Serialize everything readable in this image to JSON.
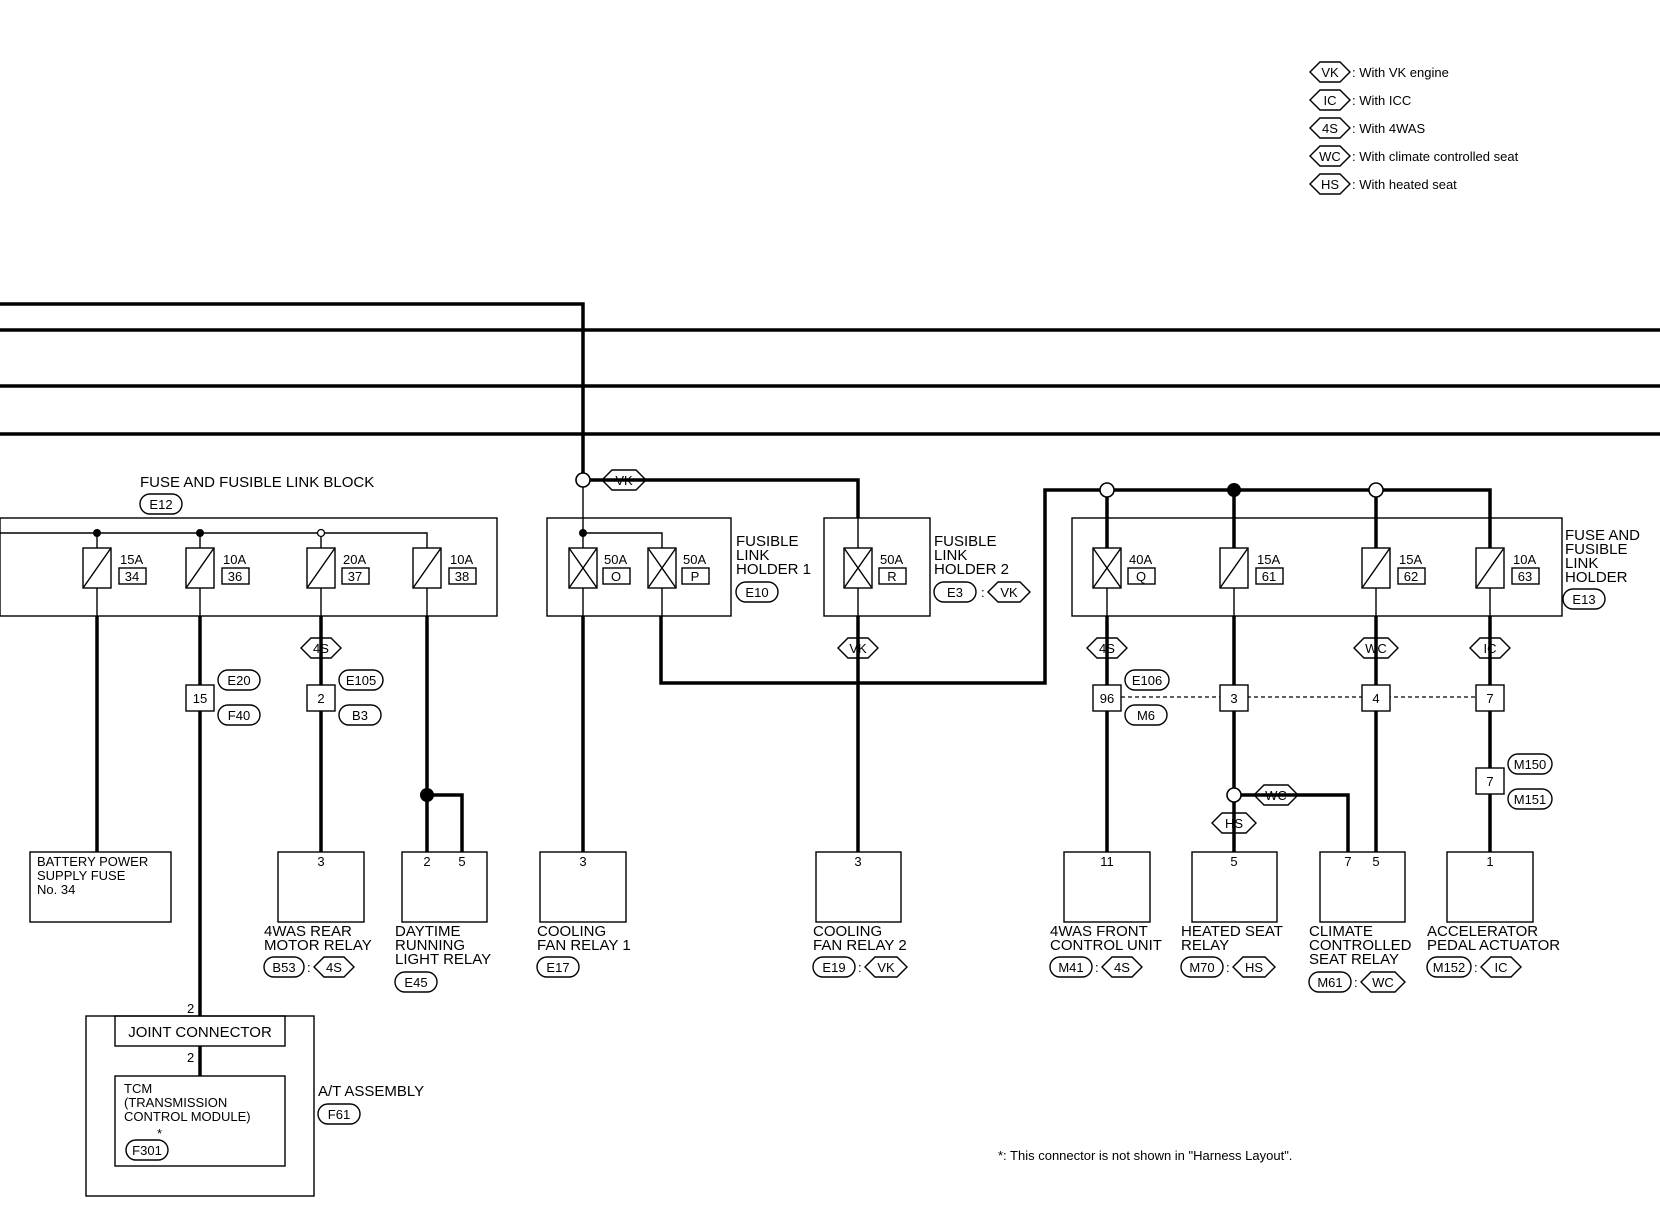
{
  "legend": [
    {
      "code": "VK",
      "text": ": With VK engine"
    },
    {
      "code": "IC",
      "text": ": With ICC"
    },
    {
      "code": "4S",
      "text": ": With 4WAS"
    },
    {
      "code": "WC",
      "text": ": With climate controlled seat"
    },
    {
      "code": "HS",
      "text": ": With heated seat"
    }
  ],
  "blocks": {
    "fuse_block": {
      "title": "FUSE AND FUSIBLE LINK BLOCK",
      "connector": "E12"
    },
    "fl1": {
      "line1": "FUSIBLE",
      "line2": "LINK",
      "line3": "HOLDER 1",
      "connector": "E10"
    },
    "fl2": {
      "line1": "FUSIBLE",
      "line2": "LINK",
      "line3": "HOLDER 2",
      "connector": "E3",
      "option": "VK"
    },
    "ffl": {
      "line1": "FUSE AND",
      "line2": "FUSIBLE",
      "line3": "LINK",
      "line4": "HOLDER",
      "connector": "E13"
    }
  },
  "fuses": [
    {
      "amp": "15A",
      "num": "34"
    },
    {
      "amp": "10A",
      "num": "36"
    },
    {
      "amp": "20A",
      "num": "37"
    },
    {
      "amp": "10A",
      "num": "38"
    },
    {
      "amp": "50A",
      "num": "O"
    },
    {
      "amp": "50A",
      "num": "P"
    },
    {
      "amp": "50A",
      "num": "R"
    },
    {
      "amp": "40A",
      "num": "Q"
    },
    {
      "amp": "15A",
      "num": "61"
    },
    {
      "amp": "15A",
      "num": "62"
    },
    {
      "amp": "10A",
      "num": "63"
    }
  ],
  "option_tags": {
    "vk_top": "VK",
    "s4_37": "4S",
    "vk_r": "VK",
    "s4_q": "4S",
    "wc_62": "WC",
    "ic_63": "IC",
    "wc_split": "WC",
    "hs_split": "HS"
  },
  "inline": {
    "c15": {
      "pin": "15",
      "top": "E20",
      "bottom": "F40"
    },
    "c2": {
      "pin": "2",
      "top": "E105",
      "bottom": "B3"
    },
    "c96": {
      "pin": "96",
      "top": "E106",
      "bottom": "M6"
    },
    "c3": {
      "pin": "3"
    },
    "c4": {
      "pin": "4"
    },
    "c7": {
      "pin": "7"
    },
    "c7b": {
      "pin": "7",
      "top": "M150",
      "bottom": "M151"
    }
  },
  "components": {
    "battery": {
      "line1": "BATTERY POWER",
      "line2": "SUPPLY FUSE",
      "line3": "No. 34"
    },
    "rear_relay": {
      "pin": "3",
      "line1": "4WAS REAR",
      "line2": "MOTOR RELAY",
      "connector": "B53",
      "option": "4S"
    },
    "drl": {
      "pin1": "2",
      "pin2": "5",
      "line1": "DAYTIME",
      "line2": "RUNNING",
      "line3": "LIGHT RELAY",
      "connector": "E45"
    },
    "fan1": {
      "pin": "3",
      "line1": "COOLING",
      "line2": "FAN RELAY 1",
      "connector": "E17"
    },
    "fan2": {
      "pin": "3",
      "line1": "COOLING",
      "line2": "FAN RELAY 2",
      "connector": "E19",
      "option": "VK"
    },
    "front_unit": {
      "pin": "11",
      "line1": "4WAS FRONT",
      "line2": "CONTROL UNIT",
      "connector": "M41",
      "option": "4S"
    },
    "heated": {
      "pin": "5",
      "line1": "HEATED SEAT",
      "line2": "RELAY",
      "connector": "M70",
      "option": "HS"
    },
    "climate": {
      "pin1": "7",
      "pin2": "5",
      "line1": "CLIMATE",
      "line2": "CONTROLLED",
      "line3": "SEAT RELAY",
      "connector": "M61",
      "option": "WC"
    },
    "accel": {
      "pin": "1",
      "line1": "ACCELERATOR",
      "line2": "PEDAL ACTUATOR",
      "connector": "M152",
      "option": "IC"
    },
    "joint": {
      "pin_top": "2",
      "label": "JOINT CONNECTOR",
      "pin_bottom": "2"
    },
    "tcm": {
      "line1": "TCM",
      "line2": "(TRANSMISSION",
      "line3": " CONTROL MODULE)",
      "connector": "F301",
      "star": "*"
    },
    "at_assembly": {
      "label": "A/T ASSEMBLY",
      "connector": "F61"
    }
  },
  "footnote": "*: This connector is not shown in \"Harness Layout\"."
}
